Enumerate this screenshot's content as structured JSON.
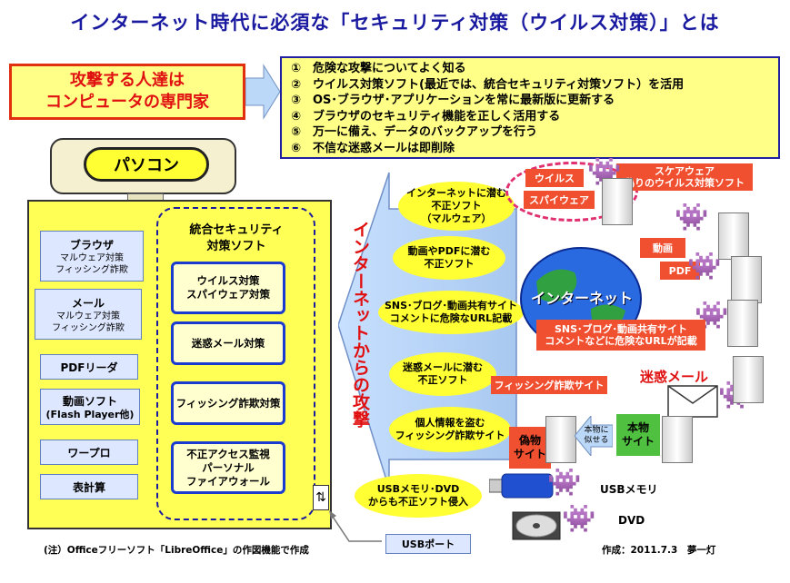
{
  "title": "インターネット時代に必須な「セキュリティ対策（ウイルス対策）」とは",
  "attacker": {
    "line1": "攻撃する人達は",
    "line2": "コンピュータの専門家"
  },
  "steps": [
    "①　危険な攻撃についてよく知る",
    "②　ウイルス対策ソフト(最近では、統合セキュリティ対策ソフト）を活用",
    "③　OS･ブラウザ･アプリケーションを常に最新版に更新する",
    "④　ブラウザのセキュリティ機能を正しく活用する",
    "⑤　万一に備え、データのバックアップを行う",
    "⑥　不信な迷惑メールは即削除"
  ],
  "pc_label": "パソコン",
  "apps": [
    {
      "name": "ブラウザ",
      "sub1": "マルウェア対策",
      "sub2": "フィッシング詐欺"
    },
    {
      "name": "メール",
      "sub1": "マルウェア対策",
      "sub2": "フィッシング詐欺"
    },
    {
      "name": "PDFリーダ"
    },
    {
      "name": "動画ソフト",
      "sub1": "(Flash Player他)"
    },
    {
      "name": "ワープロ"
    },
    {
      "name": "表計算"
    }
  ],
  "security": {
    "title1": "統合セキュリティ",
    "title2": "対策ソフト",
    "items": [
      {
        "l1": "ウイルス対策",
        "l2": "スパイウェア対策"
      },
      {
        "l1": "迷惑メール対策"
      },
      {
        "l1": "フィッシング詐欺対策"
      },
      {
        "l1": "不正アクセス監視",
        "l2": "パーソナル",
        "l3": "ファイアウォール"
      }
    ]
  },
  "arrow_label": "インターネットからの攻撃",
  "threats": [
    {
      "l1": "インターネットに潜む",
      "l2": "不正ソフト",
      "l3": "（マルウェア）"
    },
    {
      "l1": "動画やPDFに潜む",
      "l2": "不正ソフト"
    },
    {
      "l1": "SNS･ブログ･動画共有サイト",
      "l2": "コメントに危険なURL記載"
    },
    {
      "l1": "迷惑メールに潜む",
      "l2": "不正ソフト"
    },
    {
      "l1": "個人情報を盗む",
      "l2": "フィッシング詐欺サイト"
    },
    {
      "l1": "USBメモリ･DVD",
      "l2": "からも不正ソフト侵入"
    }
  ],
  "right": {
    "virus": "ウイルス",
    "spyware": "スパイウェア",
    "scareware1": "スケアウェア",
    "scareware2": "偽りのウイルス対策ソフト",
    "video": "動画",
    "pdf": "PDF",
    "internet": "インターネット",
    "sns1": "SNS･ブログ･動画共有サイト",
    "sns2": "コメントなどに危険なURLが記載",
    "spam": "迷惑メール",
    "phishing": "フィッシング詐欺サイト",
    "fake1": "偽物",
    "fake2": "サイト",
    "mimic1": "本物に",
    "mimic2": "似せる",
    "real1": "本物",
    "real2": "サイト",
    "usb": "USBメモリ",
    "dvd": "DVD",
    "usbport": "USBポート"
  },
  "footer": {
    "note": "(注）Officeフリーソフト「LibreOffice」の作図機能で作成",
    "credit": "作成：2011.7.3　夢一灯"
  }
}
